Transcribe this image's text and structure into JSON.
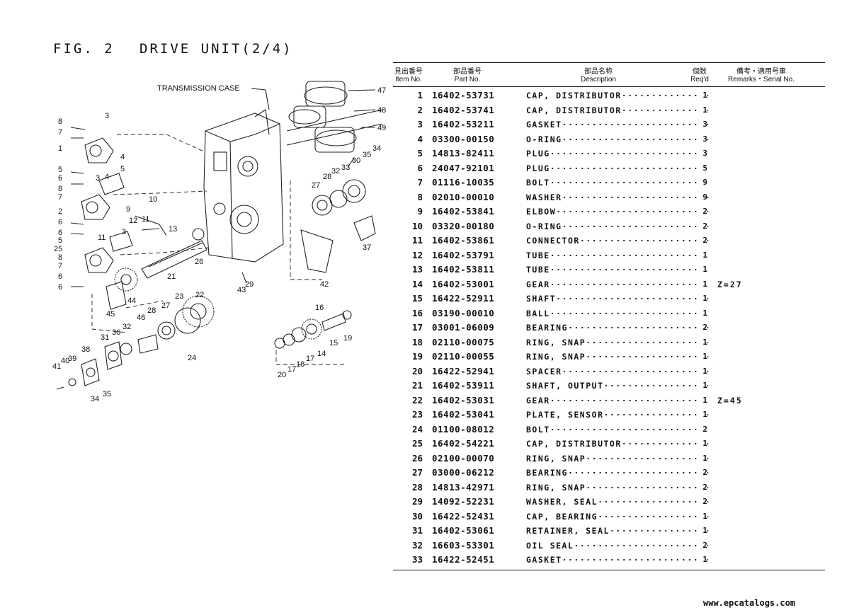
{
  "header": {
    "fig": "FIG. 2",
    "unit": "DRIVE UNIT(2/4)"
  },
  "diagram": {
    "callouts": {
      "transmission_case": "TRANSMISSION CASE",
      "n1": "1",
      "n2": "2",
      "n3": "3",
      "n4": "4",
      "n5": "5",
      "n6": "6",
      "n7": "7",
      "n8": "8",
      "n9": "9",
      "n10": "10",
      "n11": "11",
      "n12": "12",
      "n13": "13",
      "n14": "14",
      "n15": "15",
      "n16": "16",
      "n17": "17",
      "n18": "18",
      "n19": "19",
      "n20": "20",
      "n21": "21",
      "n22": "22",
      "n23": "23",
      "n24": "24",
      "n25": "25",
      "n26": "26",
      "n27": "27",
      "n28": "28",
      "n29": "29",
      "n30": "30",
      "n31": "31",
      "n32": "32",
      "n33": "33",
      "n34": "34",
      "n35": "35",
      "n36": "36",
      "n37": "37",
      "n38": "38",
      "n39": "39",
      "n40": "40",
      "n41": "41",
      "n42": "42",
      "n43": "43",
      "n44": "44",
      "n45": "45",
      "n46": "46",
      "n47": "47",
      "n48": "48",
      "n49": "49"
    }
  },
  "table": {
    "headers": {
      "item_jp": "見出番号",
      "item_en": "Item No.",
      "part_jp": "部品番号",
      "part_en": "Part No.",
      "desc_jp": "部品名称",
      "desc_en": "Description",
      "qty_jp": "個数",
      "qty_en": "Req'd",
      "rem_jp": "備考・適用号車",
      "rem_en": "Remarks・Serial No."
    },
    "rows": [
      {
        "item": "1",
        "part": "16402-53731",
        "desc": "CAP, DISTRIBUTOR",
        "qty": "1",
        "remarks": ""
      },
      {
        "item": "2",
        "part": "16402-53741",
        "desc": "CAP, DISTRIBUTOR",
        "qty": "1",
        "remarks": ""
      },
      {
        "item": "3",
        "part": "16402-53211",
        "desc": "GASKET",
        "qty": "3",
        "remarks": ""
      },
      {
        "item": "4",
        "part": "03300-00150",
        "desc": "O-RING",
        "qty": "3",
        "remarks": ""
      },
      {
        "item": "5",
        "part": "14813-82411",
        "desc": "PLUG",
        "qty": "3",
        "remarks": ""
      },
      {
        "item": "6",
        "part": "24047-92101",
        "desc": "PLUG",
        "qty": "5",
        "remarks": ""
      },
      {
        "item": "7",
        "part": "01116-10035",
        "desc": "BOLT",
        "qty": "9",
        "remarks": ""
      },
      {
        "item": "8",
        "part": "02010-00010",
        "desc": "WASHER",
        "qty": "9",
        "remarks": ""
      },
      {
        "item": "9",
        "part": "16402-53841",
        "desc": "ELBOW",
        "qty": "2",
        "remarks": ""
      },
      {
        "item": "10",
        "part": "03320-00180",
        "desc": "O-RING",
        "qty": "2",
        "remarks": ""
      },
      {
        "item": "11",
        "part": "16402-53861",
        "desc": "CONNECTOR",
        "qty": "2",
        "remarks": ""
      },
      {
        "item": "12",
        "part": "16402-53791",
        "desc": "TUBE",
        "qty": "1",
        "remarks": ""
      },
      {
        "item": "13",
        "part": "16402-53811",
        "desc": "TUBE",
        "qty": "1",
        "remarks": ""
      },
      {
        "item": "14",
        "part": "16402-53001",
        "desc": "GEAR",
        "qty": "1",
        "remarks": "Z=27"
      },
      {
        "item": "15",
        "part": "16422-52911",
        "desc": "SHAFT",
        "qty": "1",
        "remarks": ""
      },
      {
        "item": "16",
        "part": "03190-00010",
        "desc": "BALL",
        "qty": "1",
        "remarks": ""
      },
      {
        "item": "17",
        "part": "03001-06009",
        "desc": "BEARING",
        "qty": "2",
        "remarks": ""
      },
      {
        "item": "18",
        "part": "02110-00075",
        "desc": "RING, SNAP",
        "qty": "1",
        "remarks": ""
      },
      {
        "item": "19",
        "part": "02110-00055",
        "desc": "RING, SNAP",
        "qty": "1",
        "remarks": ""
      },
      {
        "item": "20",
        "part": "16422-52941",
        "desc": "SPACER",
        "qty": "1",
        "remarks": ""
      },
      {
        "item": "21",
        "part": "16402-53911",
        "desc": "SHAFT, OUTPUT",
        "qty": "1",
        "remarks": ""
      },
      {
        "item": "22",
        "part": "16402-53031",
        "desc": "GEAR",
        "qty": "1",
        "remarks": "Z=45"
      },
      {
        "item": "23",
        "part": "16402-53041",
        "desc": "PLATE, SENSOR",
        "qty": "1",
        "remarks": ""
      },
      {
        "item": "24",
        "part": "01100-08012",
        "desc": "BOLT",
        "qty": "2",
        "remarks": ""
      },
      {
        "item": "25",
        "part": "16402-54221",
        "desc": "CAP, DISTRIBUTOR",
        "qty": "1",
        "remarks": ""
      },
      {
        "item": "26",
        "part": "02100-00070",
        "desc": "RING, SNAP",
        "qty": "1",
        "remarks": ""
      },
      {
        "item": "27",
        "part": "03000-06212",
        "desc": "BEARING",
        "qty": "2",
        "remarks": ""
      },
      {
        "item": "28",
        "part": "14813-42971",
        "desc": "RING, SNAP",
        "qty": "2",
        "remarks": ""
      },
      {
        "item": "29",
        "part": "14092-52231",
        "desc": "WASHER, SEAL",
        "qty": "2",
        "remarks": ""
      },
      {
        "item": "30",
        "part": "16422-52431",
        "desc": "CAP, BEARING",
        "qty": "1",
        "remarks": ""
      },
      {
        "item": "31",
        "part": "16402-53061",
        "desc": "RETAINER, SEAL",
        "qty": "1",
        "remarks": ""
      },
      {
        "item": "32",
        "part": "16603-53301",
        "desc": "OIL SEAL",
        "qty": "2",
        "remarks": ""
      },
      {
        "item": "33",
        "part": "16422-52451",
        "desc": "GASKET",
        "qty": "1",
        "remarks": ""
      }
    ]
  },
  "footer": {
    "watermark": "www.epcatalogs.com"
  }
}
